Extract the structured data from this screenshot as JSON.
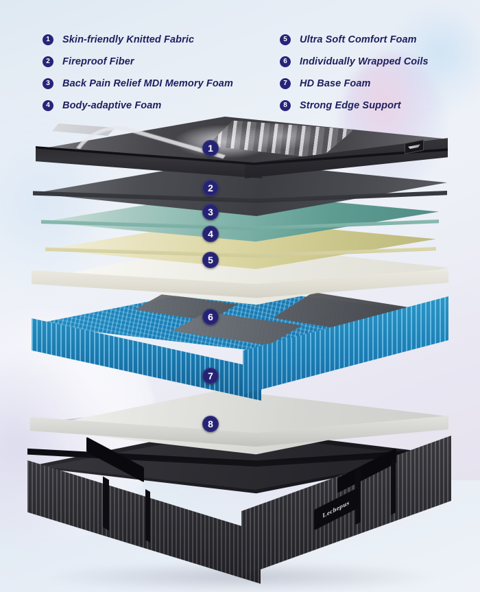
{
  "legend": {
    "left": [
      {
        "num": "1",
        "label": "Skin-friendly Knitted Fabric"
      },
      {
        "num": "2",
        "label": "Fireproof Fiber"
      },
      {
        "num": "3",
        "label": "Back Pain Relief MDI Memory Foam"
      },
      {
        "num": "4",
        "label": "Body-adaptive Foam"
      }
    ],
    "right": [
      {
        "num": "5",
        "label": "Ultra Soft Comfort Foam"
      },
      {
        "num": "6",
        "label": "Individually Wrapped Coils"
      },
      {
        "num": "7",
        "label": "HD Base Foam"
      },
      {
        "num": "8",
        "label": "Strong Edge Support"
      }
    ]
  },
  "diagram": {
    "pins": [
      {
        "num": "1"
      },
      {
        "num": "2"
      },
      {
        "num": "3"
      },
      {
        "num": "4"
      },
      {
        "num": "5"
      },
      {
        "num": "6"
      },
      {
        "num": "7"
      },
      {
        "num": "8"
      }
    ],
    "brand_label": "Lechepus"
  },
  "colors": {
    "badge_navy": "#262374",
    "text_navy": "#1d1f5e",
    "layer1_cover": "#3b3b40",
    "layer2_fireproof": "#4c4e53",
    "layer3_memory_foam": "#7fb3a9",
    "layer4_adaptive_foam": "#d9d49e",
    "layer5_comfort_foam": "#f3f2ec",
    "layer6_coils": "#1f93d2",
    "layer7_base_foam": "#d5d5d2",
    "layer8_edge_support": "#2a2a30",
    "background": "#e8eef6"
  }
}
